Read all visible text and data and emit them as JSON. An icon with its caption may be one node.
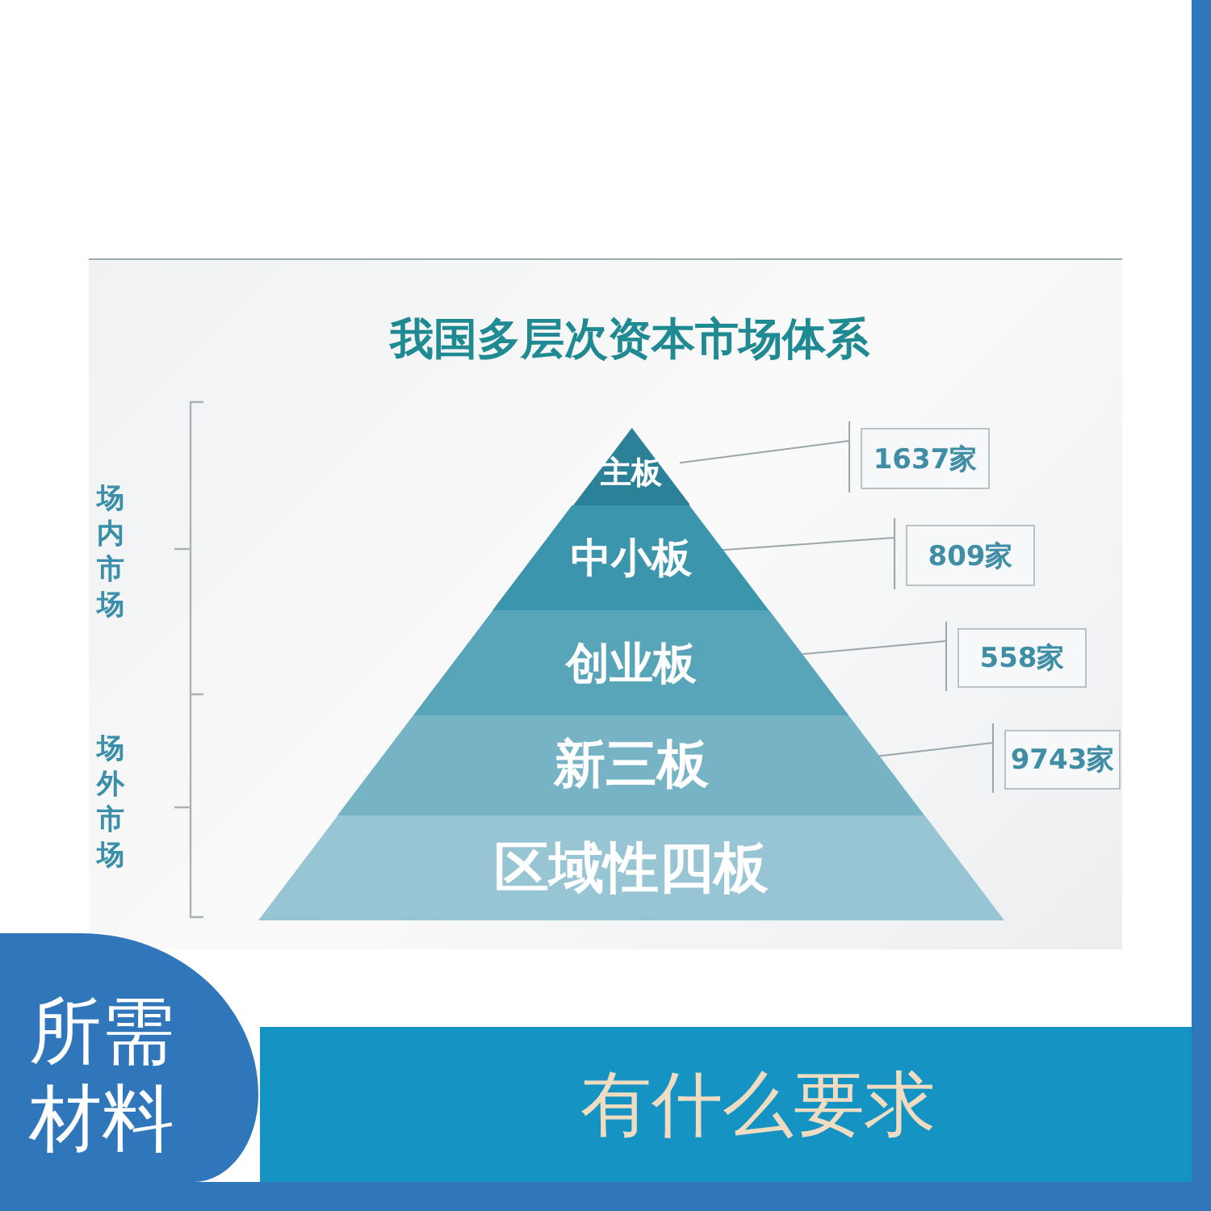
{
  "diagram": {
    "title": "我国多层次资本市场体系",
    "nodes": [
      {
        "text": [
          "主板"
        ]
      },
      {
        "text": [
          "中小板"
        ]
      },
      {
        "text": [
          "创业板"
        ]
      },
      {
        "text": [
          "新三板"
        ]
      },
      {
        "text": [
          "区域性四板"
        ]
      },
      {
        "text": [
          "1637家"
        ]
      },
      {
        "text": [
          "809家"
        ]
      },
      {
        "text": [
          "558家"
        ]
      },
      {
        "text": [
          "9743家"
        ]
      },
      {
        "text": [
          "所需材料"
        ]
      },
      {
        "text": [
          "有什么要求"
        ]
      }
    ],
    "edges": [
      {
        "from": 0,
        "to": 5,
        "arrow": "none"
      },
      {
        "from": 1,
        "to": 6,
        "arrow": "none"
      },
      {
        "from": 2,
        "to": 7,
        "arrow": "none"
      },
      {
        "from": 3,
        "to": 8,
        "arrow": "none"
      }
    ],
    "labels": [
      "场内市场",
      "场外市场"
    ]
  }
}
